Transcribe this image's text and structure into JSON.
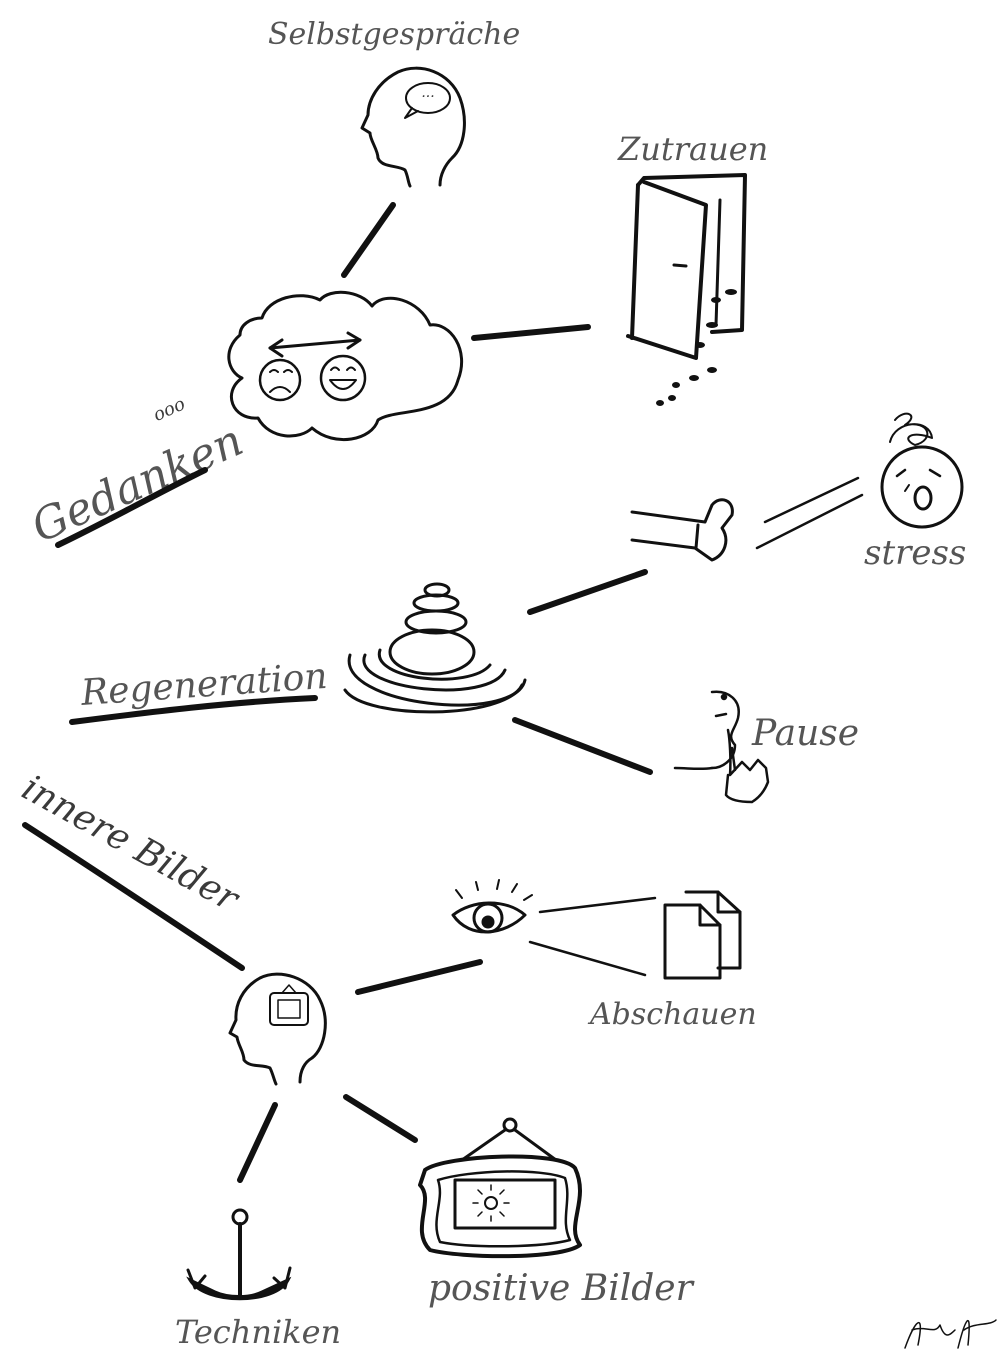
{
  "labels": {
    "selbstgespraeche": "Selbstgespräche",
    "zutrauen": "Zutrauen",
    "gedanken": "Gedanken",
    "gedanken_bubbles": "ooo",
    "stress": "stress",
    "regeneration": "Regeneration",
    "pause": "Pause",
    "innere_bilder": "innere Bilder",
    "abschauen": "Abschauen",
    "techniken": "Techniken",
    "positive_bilder": "positive Bilder",
    "speech_dots": "···"
  },
  "colors": {
    "ink": "#111111",
    "label_gray": "#555555",
    "background": "#ffffff"
  },
  "icons": [
    "head-profile-icon",
    "door-icon",
    "thought-cloud-icon",
    "stacked-stones-icon",
    "stressed-face-icon",
    "foot-icon",
    "pause-hand-icon",
    "eye-icon",
    "documents-icon",
    "anchor-icon",
    "framed-picture-icon",
    "signature"
  ]
}
